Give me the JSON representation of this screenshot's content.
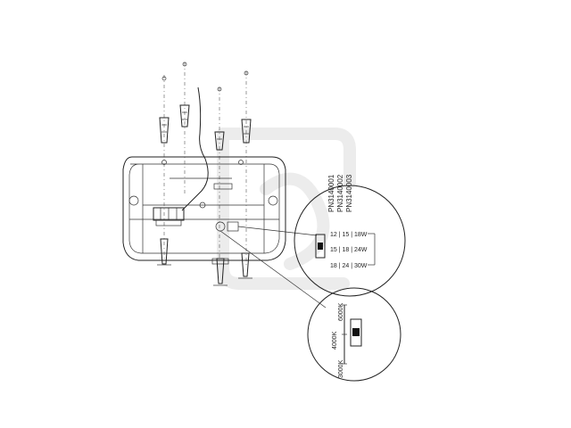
{
  "wattage_callout": {
    "part_numbers": [
      "PN3140001",
      "PN3140002",
      "PN3140003"
    ],
    "rows": [
      "12 | 15 | 18W",
      "15 | 18 | 24W",
      "18 | 24 | 30W"
    ]
  },
  "cct_callout": {
    "labels": [
      "6000K",
      "4000K",
      "3000K"
    ]
  }
}
